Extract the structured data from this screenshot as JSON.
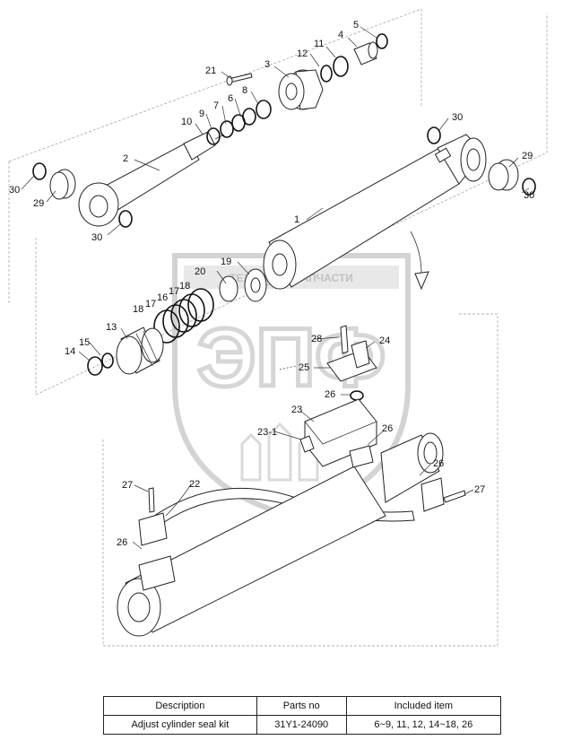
{
  "watermark": {
    "line1": "ТЕХНИКА И ЗАПЧАСТИ",
    "logo": "ЭПФ"
  },
  "callouts": [
    "1",
    "2",
    "3",
    "4",
    "5",
    "6",
    "7",
    "8",
    "9",
    "10",
    "11",
    "12",
    "13",
    "14",
    "15",
    "16",
    "17",
    "18",
    "18",
    "19",
    "20",
    "21",
    "22",
    "23",
    "23-1",
    "24",
    "25",
    "26",
    "26",
    "26",
    "26",
    "27",
    "27",
    "28",
    "29",
    "29",
    "30",
    "30",
    "30",
    "30"
  ],
  "table": {
    "headers": [
      "Description",
      "Parts no",
      "Included item"
    ],
    "rows": [
      [
        "Adjust cylinder seal kit",
        "31Y1-24090",
        "6~9, 11, 12, 14~18, 26"
      ]
    ]
  }
}
